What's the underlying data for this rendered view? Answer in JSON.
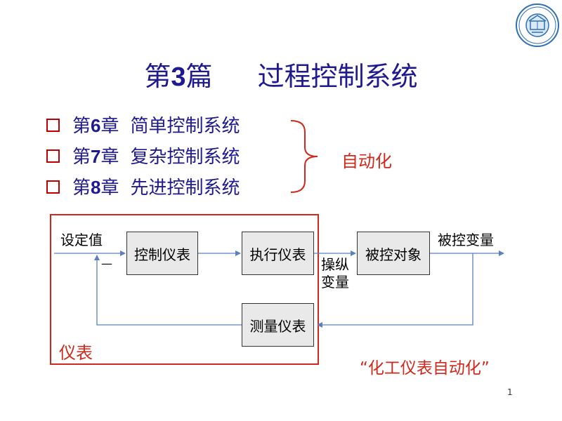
{
  "title": {
    "prefix": "第",
    "number": "3",
    "suffix": "篇",
    "text": "过程控制系统"
  },
  "chapters": [
    {
      "prefix": "第",
      "number": "6",
      "suffix": "章",
      "title": "简单控制系统"
    },
    {
      "prefix": "第",
      "number": "7",
      "suffix": "章",
      "title": "复杂控制系统"
    },
    {
      "prefix": "第",
      "number": "8",
      "suffix": "章",
      "title": "先进控制系统"
    }
  ],
  "brace_label": "自动化",
  "diagram": {
    "setpoint_label": "设定值",
    "minus_sign": "—",
    "controller": "控制仪表",
    "actuator": "执行仪表",
    "manipulated_label": "操纵变量",
    "process": "被控对象",
    "controlled_label": "被控变量",
    "measurement": "测量仪表",
    "instrument_label": "仪表"
  },
  "quote": "“化工仪表自动化”",
  "page_number": "1",
  "colors": {
    "title": "#1f1a8f",
    "accent_red": "#d0281c",
    "line_blue": "#5b7fbf",
    "block_fill": "#e9e9e9"
  }
}
